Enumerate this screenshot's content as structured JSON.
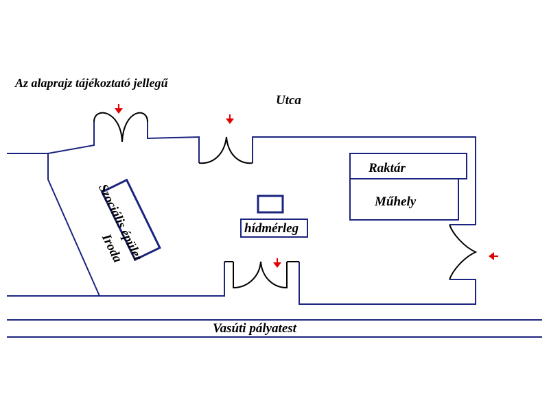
{
  "note": "Az alaprajz tájékoztató jellegű",
  "street": "Utca",
  "rooms": {
    "storage": "Raktár",
    "workshop": "Műhely",
    "scale": "hídmérleg",
    "social_building": "Szociális épület",
    "office": "Iroda"
  },
  "railway": "Vasúti pályatest",
  "colors": {
    "wall": "#1a237e",
    "arrow": "#e00000",
    "text": "#000000"
  }
}
